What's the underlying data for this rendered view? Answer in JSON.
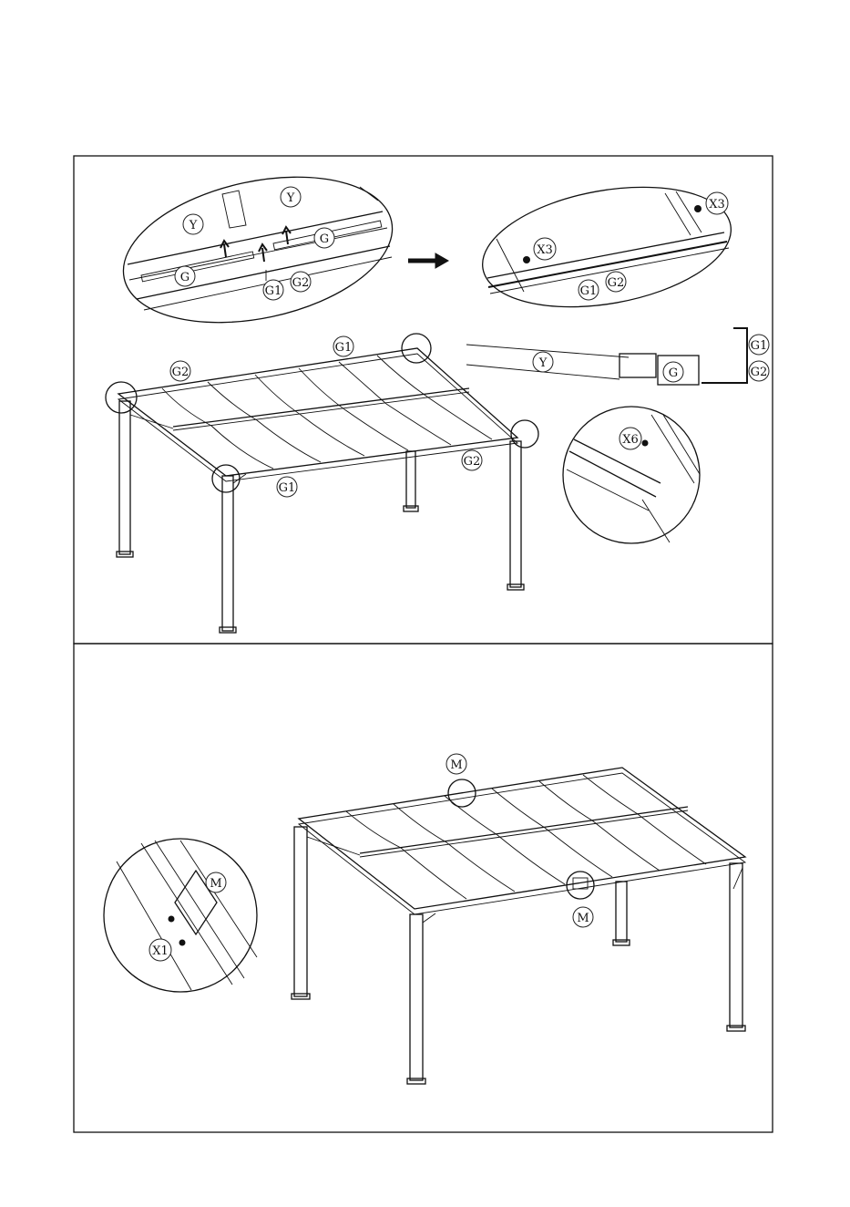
{
  "panel1": {
    "callout_detail": {
      "labels": [
        "Y",
        "Y",
        "G",
        "G",
        "G1",
        "G2"
      ]
    },
    "callout_result": {
      "labels": [
        "X3",
        "X3",
        "G1",
        "G2"
      ]
    },
    "main": {
      "labels": [
        "G1",
        "G2",
        "G2",
        "G1"
      ]
    },
    "profile": {
      "labels": [
        "Y",
        "G",
        "G1",
        "G2"
      ]
    },
    "corner_detail": {
      "labels": [
        "X6"
      ]
    }
  },
  "panel2": {
    "main": {
      "labels": [
        "M",
        "M"
      ]
    },
    "detail": {
      "labels": [
        "M",
        "X1"
      ]
    }
  }
}
